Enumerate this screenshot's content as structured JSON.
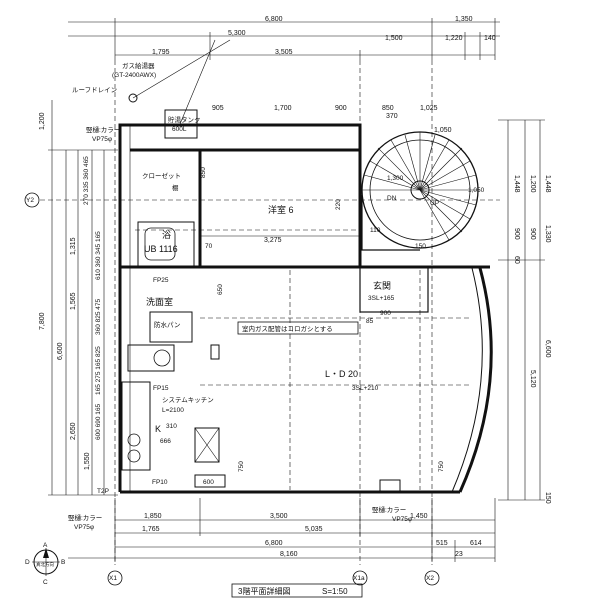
{
  "top_dims": {
    "overall": "6,800",
    "right_top": "1,350",
    "span_5300": "5,300",
    "left_1795": "1,795",
    "mid_3505": "3,505",
    "r_1500": "1,500",
    "r_1220": "1,220",
    "r_140": "140",
    "inner_905": "905",
    "inner_1700": "1,700",
    "inner_900": "900",
    "inner_1025": "1,025",
    "inner_850": "850",
    "inner_370": "370",
    "inner_1050": "1,050"
  },
  "bottom_dims": {
    "b_1850": "1,850",
    "b_3500": "3,500",
    "b_1450": "1,450",
    "b_1765": "1,765",
    "b_5035": "5,035",
    "b_6800": "6,800",
    "b_515": "515",
    "b_614": "614",
    "b_8160": "8,160",
    "b_23": "23"
  },
  "left_dims": {
    "l_1200": "1,200",
    "l_7800": "7,800",
    "l_6600": "6,600",
    "l_1315": "1,315",
    "l_1565": "1,565",
    "l_2650": "2,650",
    "l_1550": "1,550",
    "stack_a": "270 335 360 465",
    "stack_b": "610 360 345 165",
    "stack_c": "360 825 475",
    "stack_d": "165 275 165 825",
    "stack_e": "600 690 165"
  },
  "right_dims": {
    "r_1448a": "1,448",
    "r_1448b": "1,448",
    "r_1200": "1,200",
    "r_1330": "1,330",
    "r_900a": "900",
    "r_900b": "900",
    "r_6600": "6,600",
    "r_5120": "5,120",
    "r_150": "150",
    "r_60": "60"
  },
  "labels": {
    "gas_heater": "ガス給湯器",
    "gas_model": "(GT-2400AWX)",
    "roof_drain": "ルーフドレイン",
    "pipe_left_top": "竪樋:カラー",
    "pipe_left_top2": "VP75φ",
    "pipe_left_bot": "竪樋:カラー",
    "pipe_left_bot2": "VP75φ",
    "pipe_right_bot": "竪樋:カラー",
    "pipe_right_bot2": "VP75φ",
    "tank": "貯湯タンク",
    "tank_cap": "600L",
    "closet": "クローゼット",
    "shelf": "棚",
    "room_western": "洋室 6",
    "bath_label": "浴",
    "ub": "UB 1116",
    "fp25": "FP25",
    "washroom": "洗面室",
    "washer_pan": "防水パン",
    "fp15": "FP15",
    "kitchen": "システムキッチン",
    "kitchen_len": "L=2100",
    "k_label": "K",
    "k_310": "310",
    "k_666": "666",
    "fp10": "FP10",
    "tp": "T2P",
    "entrance": "玄関",
    "entrance_lvl": "3SL+165",
    "ldk": "L・D 20",
    "ldk_lvl": "3SL+210",
    "gas_note": "室内ガス配管はコロガシとする",
    "dn": "DN",
    "up": "UP",
    "dim_3275": "3,275",
    "dim_850": "850",
    "dim_650": "650",
    "dim_750a": "750",
    "dim_750b": "750",
    "dim_600": "600",
    "dim_85": "85",
    "dim_900": "900",
    "dim_150": "150",
    "dim_70": "70",
    "dim_1300": "1,300",
    "dim_220": "220",
    "dim_1050": "1,050",
    "dim_110": "110"
  },
  "grid": {
    "x1": "X1",
    "x1a": "X1a",
    "x2": "X2",
    "y2": "Y2"
  },
  "compass": {
    "n": "A",
    "s": "C",
    "w": "D",
    "e": "B",
    "center": "真北方向"
  },
  "title": "3階平面詳細図",
  "scale": "S=1:50"
}
